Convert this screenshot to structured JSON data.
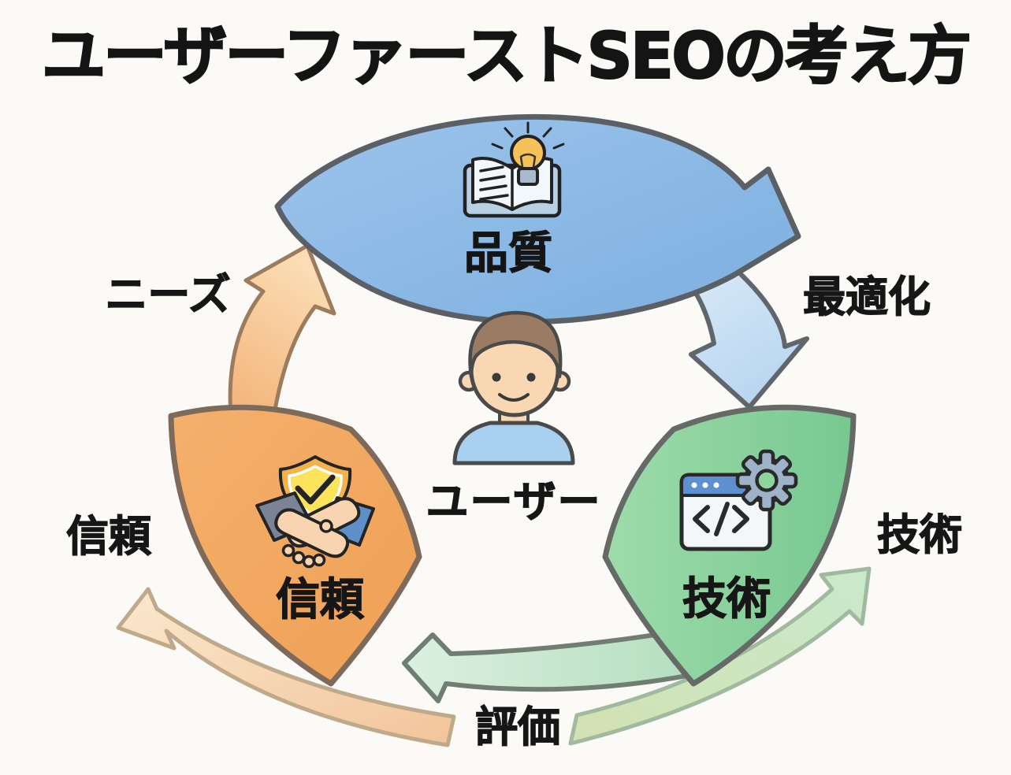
{
  "title": "ユーザーファーストSEOの考え方",
  "center": {
    "label": "ユーザー"
  },
  "segments": [
    {
      "id": "quality",
      "label": "品質",
      "color": "#86b7e4",
      "icon": "book-lightbulb-icon"
    },
    {
      "id": "technology",
      "label": "技術",
      "color": "#8fd4a0",
      "icon": "code-window-gear-icon"
    },
    {
      "id": "trust",
      "label": "信頼",
      "color": "#f3a75f",
      "icon": "handshake-shield-icon"
    }
  ],
  "outer_labels": {
    "needs": "ニーズ",
    "optimization": "最適化",
    "technology": "技術",
    "trust": "信頼",
    "evaluation": "評価"
  },
  "colors": {
    "background": "#fbfaf6",
    "quality_blue": "#86b7e4",
    "technology_green": "#8fd4a0",
    "trust_orange": "#f3a75f",
    "arrow_light_blue": "#cfe3f5",
    "arrow_light_green": "#c9e7d0",
    "arrow_light_orange": "#f8c795",
    "outline_gray": "#5f6368",
    "text": "#161616"
  }
}
